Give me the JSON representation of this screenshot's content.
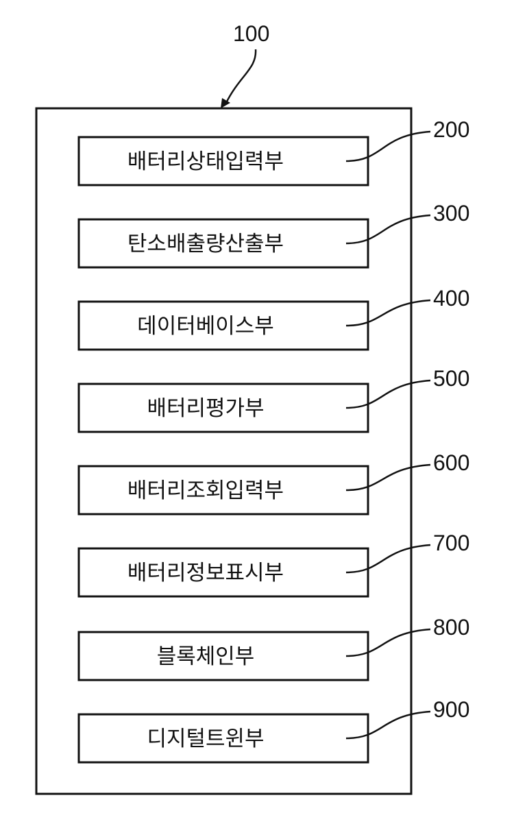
{
  "system": {
    "ref": "100"
  },
  "units": [
    {
      "ref": "200",
      "label": "배터리상태입력부"
    },
    {
      "ref": "300",
      "label": "탄소배출량산출부"
    },
    {
      "ref": "400",
      "label": "데이터베이스부"
    },
    {
      "ref": "500",
      "label": "배터리평가부"
    },
    {
      "ref": "600",
      "label": "배터리조회입력부"
    },
    {
      "ref": "700",
      "label": "배터리정보표시부"
    },
    {
      "ref": "800",
      "label": "블록체인부"
    },
    {
      "ref": "900",
      "label": "디지털트윈부"
    }
  ]
}
